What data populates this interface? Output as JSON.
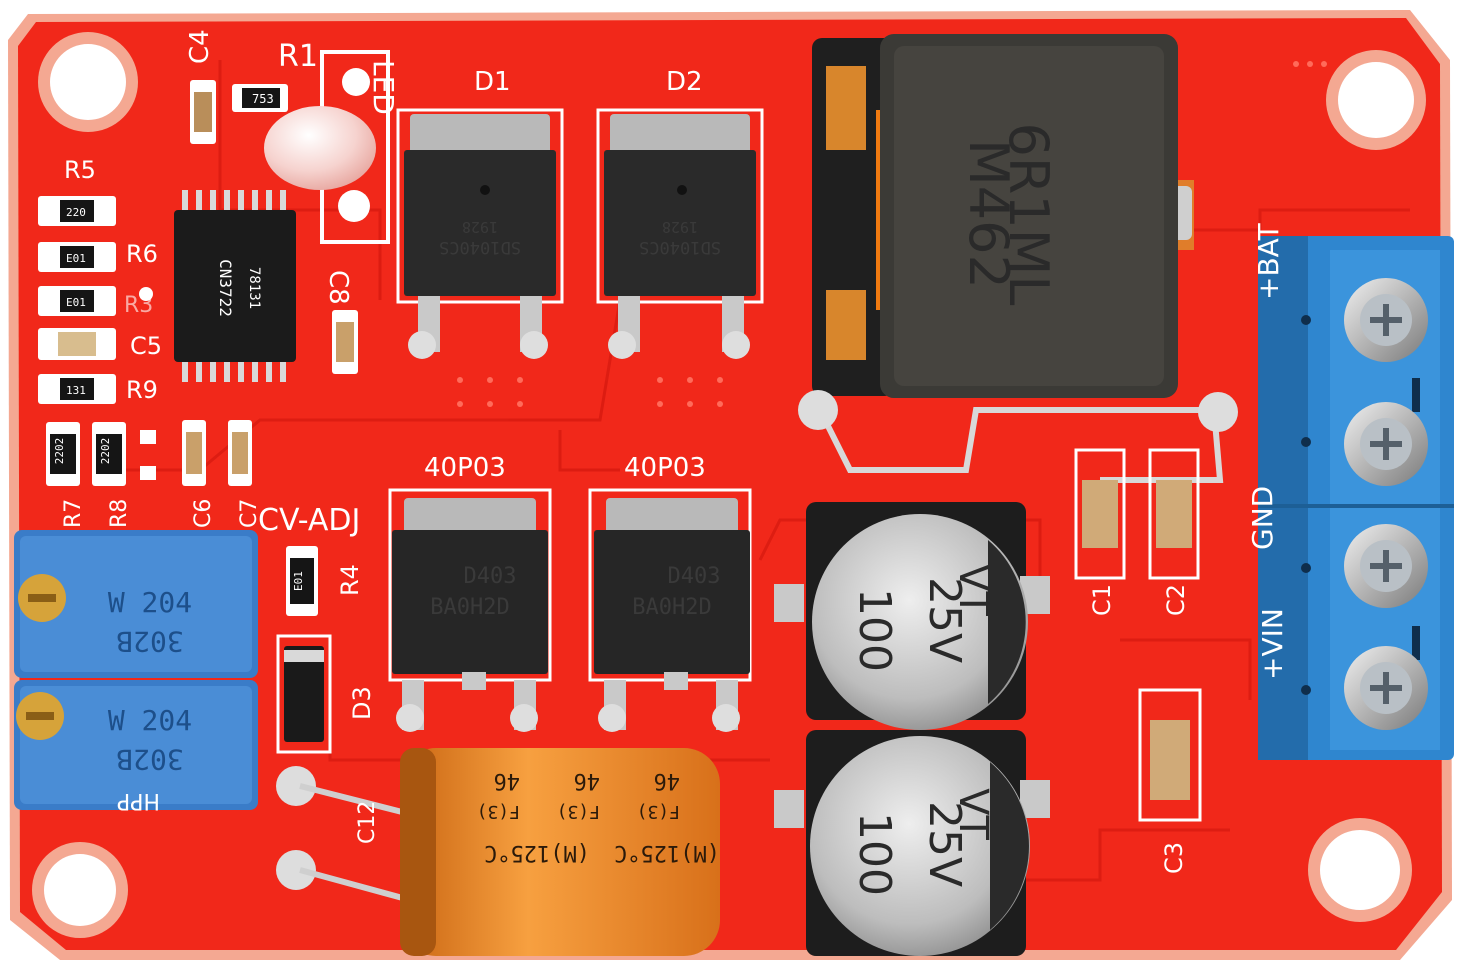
{
  "silkscreen": {
    "c4": "C4",
    "r1": "R1",
    "led": "LED",
    "d1": "D1",
    "d2": "D2",
    "r5": "R5",
    "r6": "R6",
    "r_hidden": "R3",
    "c5": "C5",
    "r9": "R9",
    "c8": "C8",
    "r7": "R7",
    "r8": "R8",
    "c6": "C6",
    "c7": "C7",
    "cv_adj": "CV-ADJ",
    "r4": "R4",
    "d3": "D3",
    "q1_label": "40P03",
    "q2_label": "40P03",
    "c1": "C1",
    "c2": "C2",
    "c3": "C3",
    "c12": "C12",
    "bat": "+BAT",
    "gnd": "GND",
    "vin": "+VIN",
    "hpp": "HPP"
  },
  "smd_markings": {
    "r1_code": "753",
    "r5_code": "220",
    "r6_code": "E01",
    "r3_code": "E01",
    "r9_code": "131",
    "r7_code": "2202",
    "r8_code": "2202",
    "r4_code": "E01"
  },
  "ic": {
    "line1": "CN3722",
    "line2": "78131"
  },
  "schottky": [
    {
      "date": "1928",
      "part": "SD1040CS"
    },
    {
      "date": "1928",
      "part": "SD1040CS"
    }
  ],
  "mosfets": [
    {
      "line1": "D403",
      "line2": "BA0H2D"
    },
    {
      "line1": "D403",
      "line2": "BA0H2D"
    }
  ],
  "inductor": {
    "line1": "6R1ML",
    "line2": "M462"
  },
  "caps_aluminum": [
    {
      "value": "100",
      "rating": "25V",
      "series": "VT"
    },
    {
      "value": "100",
      "rating": "25V",
      "series": "VT"
    }
  ],
  "cap_electrolytic": {
    "code1": "46",
    "code2": "F(3)",
    "rating": "(M)125°C"
  },
  "trimmers": [
    {
      "line1": "W 204",
      "line2": "302B"
    },
    {
      "line1": "W 204",
      "line2": "302B"
    }
  ],
  "colors": {
    "pcb": "#f1281a",
    "pcb_edge": "#f4a892",
    "terminal": "#2f86cf",
    "inductor": "#3b3a36",
    "electrolytic": "#f08a1e",
    "can": "#c9c9c9"
  }
}
